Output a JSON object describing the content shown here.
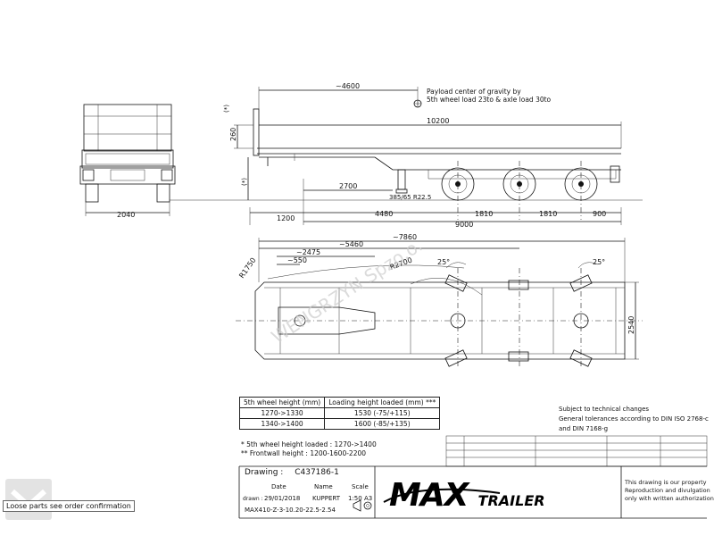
{
  "dims": {
    "rear_width": "2040",
    "d4600": "~4600",
    "d10200": "10200",
    "d260": "260",
    "d_star_paren": "(*)",
    "d_star": "(*)",
    "d2700": "2700",
    "tire": "385/65 R22.5",
    "d1200": "1200",
    "d4480": "4480",
    "d1810a": "1810",
    "d1810b": "1810",
    "d900": "900",
    "d9000": "9000",
    "d7860": "~7860",
    "d5460": "~5460",
    "d2475": "~2475",
    "d550": "~550",
    "r1750": "R1750",
    "r2700": "R2700",
    "ang1": "25°",
    "ang2": "25°",
    "d2540": "2540"
  },
  "payload_note": {
    "line1": "Payload center of gravity by",
    "line2": "5th wheel load 23to & axle load 30to"
  },
  "height_table": {
    "headers": [
      "5th wheel height (mm)",
      "Loading height loaded (mm) ***"
    ],
    "rows": [
      [
        "1270->1330",
        "1530  (-75/+115)"
      ],
      [
        "1340->1400",
        "1600  (-85/+135)"
      ]
    ]
  },
  "footnotes": {
    "n1": "*  5th wheel height loaded :  1270->1400",
    "n2": "** Frontwall height :  1200-1600-2200"
  },
  "tolerance_note": {
    "line1": "Subject to technical changes",
    "line2": "General tolerances according to DIN ISO 2768-c",
    "line3": "and DIN 7168-g"
  },
  "title_block": {
    "drawing_label": "Drawing :",
    "drawing_no": "C437186-1",
    "date_label": "Date",
    "name_label": "Name",
    "scale_label": "Scale",
    "drawn_label": "drawn :",
    "date": "29/01/2018",
    "name": "KUPPERT",
    "scale": "1:50 A3",
    "model": "MAX410-Z-3-10.20-22.5-2.54"
  },
  "brand": {
    "max": "MAX",
    "trailer": "TRAILER"
  },
  "property_note": {
    "line1": "This drawing is our property",
    "line2": "Reproduction and divulgation",
    "line3": "only with written authorization"
  },
  "caption": "Loose parts see order confirmation",
  "watermark": "WENGRZYN Spzo.o.",
  "colors": {
    "line": "#111111",
    "brand_black": "#000000"
  }
}
